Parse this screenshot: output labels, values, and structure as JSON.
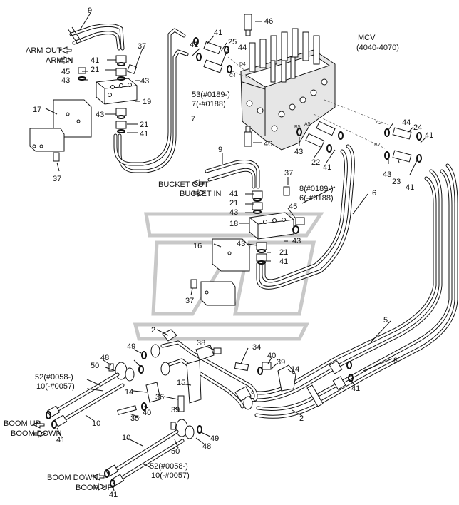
{
  "mcv_label": "MCV",
  "mcv_range": "(4040-4070)",
  "arm_out": "ARM OUT",
  "arm_in": "ARM IN",
  "bucket_out": "BUCKET OUT",
  "bucket_in": "BUCKET IN",
  "boom_up_a": "BOOM UP",
  "boom_down_a": "BOOM DOWN",
  "boom_down_b": "BOOM DOWN",
  "boom_up_b": "BOOM UP",
  "callout_53": "53(#0189-)",
  "callout_7r": "7(-#0188)",
  "callout_8r": "8(#0189-)",
  "callout_6r": "6(-#0188)",
  "callout_52a": "52(#0058-)",
  "callout_10a": "10(-#0057)",
  "callout_52b": "52(#0058-)",
  "callout_10b": "10(-#0057)",
  "port_labels": [
    "D4",
    "C4",
    "B5",
    "A5",
    "A2",
    "B2"
  ],
  "numbers": {
    "n9a": "9",
    "n46a": "46",
    "n41a": "41",
    "n25": "25",
    "n44a": "44",
    "n41b": "41",
    "n37a": "37",
    "n21a": "21",
    "n43a": "43",
    "n45a": "45",
    "n43b": "43",
    "n19": "19",
    "n17": "17",
    "n43c": "43",
    "n21b": "21",
    "n41c": "41",
    "n7": "7",
    "n37b": "37",
    "n46b": "46",
    "n44b": "44",
    "n24": "24",
    "n41d": "41",
    "n43d": "43",
    "n22": "22",
    "n41e": "41",
    "n43e": "43",
    "n23": "23",
    "n41f": "41",
    "n9b": "9",
    "n37c": "37",
    "n41g": "41",
    "n21c": "21",
    "n43f": "43",
    "n45b": "45",
    "n6": "6",
    "n18": "18",
    "n16": "16",
    "n43g": "43",
    "n21d": "21",
    "n43h": "43",
    "n41h": "41",
    "n37d": "37",
    "n5": "5",
    "n2a": "2",
    "n38": "38",
    "n34": "34",
    "n49a": "49",
    "n48a": "48",
    "n40a": "40",
    "n39a": "39",
    "n50a": "50",
    "n14a": "14",
    "n8": "8",
    "n14b": "14",
    "n15": "15",
    "n36": "36",
    "n41i": "41",
    "n10a": "10",
    "n35": "35",
    "n40b": "40",
    "n39b": "39",
    "n2b": "2",
    "n41j": "41",
    "n49b": "49",
    "n10b": "10",
    "n48b": "48",
    "n50b": "50",
    "n41k": "41"
  }
}
